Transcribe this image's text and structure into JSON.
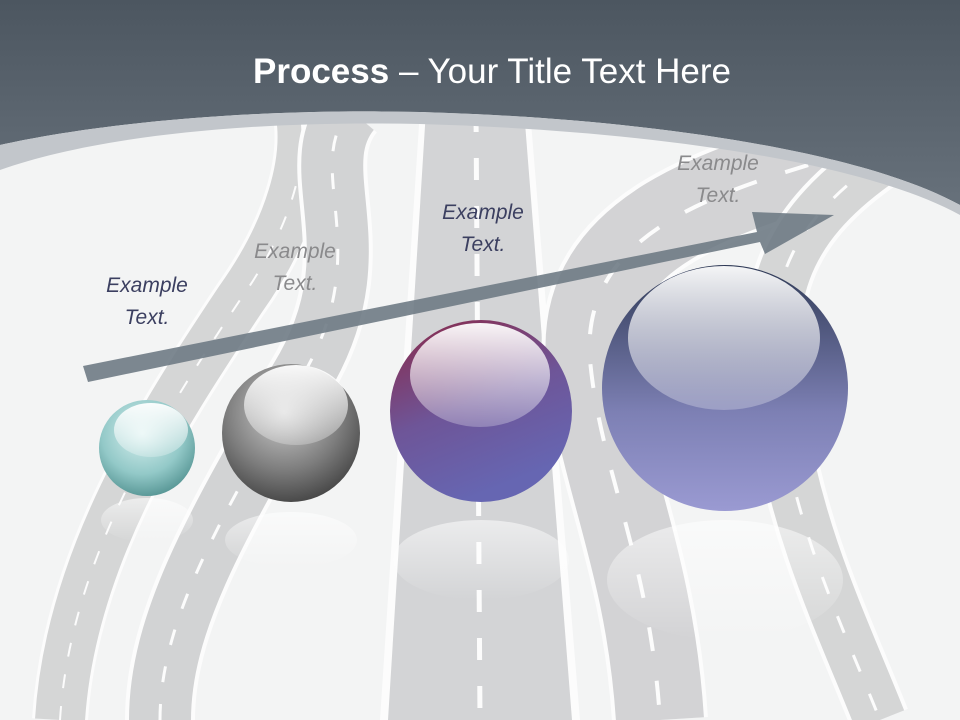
{
  "title": {
    "bold": "Process",
    "rest": " – Your Title Text Here"
  },
  "labels": [
    {
      "text": "Example\nText."
    },
    {
      "text": "Example\nText."
    },
    {
      "text": "Example\nText."
    },
    {
      "text": "Example\nText."
    }
  ],
  "colors": {
    "header": "#56606b",
    "arrow": "#6f7b85",
    "road": "#c9cacc",
    "sphere_teal": "#8cc5c4",
    "sphere_gray": "#7a7a7a",
    "sphere_purple": "#6a5fa6",
    "sphere_blue": "#8e8ec5"
  }
}
